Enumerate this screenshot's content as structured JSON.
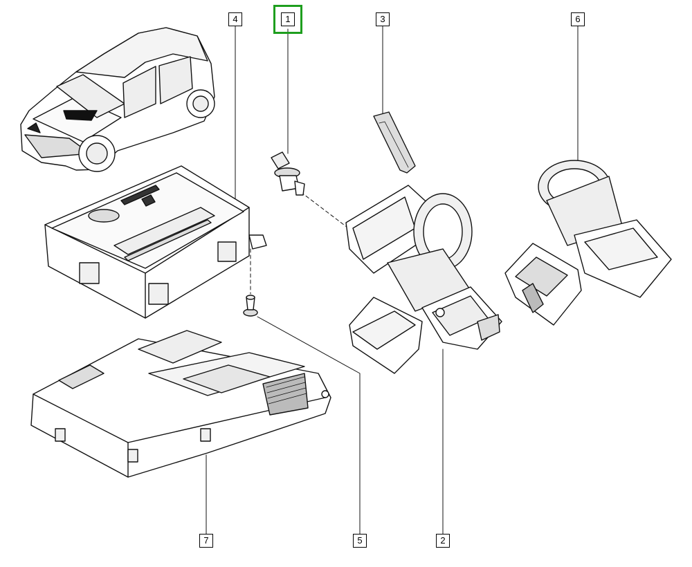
{
  "callouts": {
    "c1": "1",
    "c2": "2",
    "c3": "3",
    "c4": "4",
    "c5": "5",
    "c6": "6",
    "c7": "7"
  },
  "highlight_color": "#1e9e1e"
}
